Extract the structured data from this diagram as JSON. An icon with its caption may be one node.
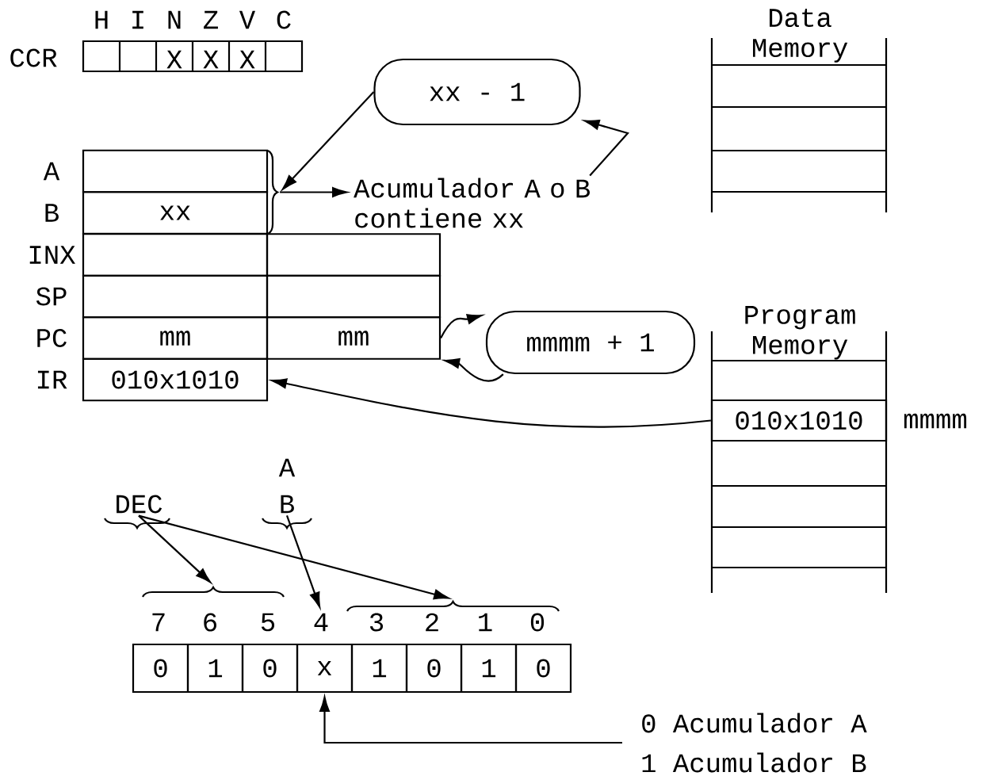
{
  "diagram": {
    "nodes": [
      {
        "text": [],
        "shape": "box",
        "beside": [
          "A"
        ]
      },
      {
        "text": [
          "xx"
        ],
        "beside": [
          "B"
        ]
      },
      {
        "text": [],
        "shape": "box",
        "beside": [
          "INX"
        ]
      },
      {
        "text": [],
        "shape": "box",
        "beside": [
          "SP"
        ]
      },
      {
        "text": [
          "mm"
        ],
        "beside": [
          "PC"
        ]
      },
      {
        "text": [
          "010x1010"
        ],
        "beside": [
          "IR"
        ]
      },
      {
        "text": [],
        "shape": "box"
      },
      {
        "text": [],
        "shape": "box"
      },
      {
        "text": [
          "mm"
        ]
      },
      {
        "text": [],
        "shape": "bracket"
      },
      {
        "text": [
          "xx - 1"
        ]
      },
      {
        "text": [
          "Acumulador A o B contiene xx"
        ]
      },
      {
        "text": [
          "mmmm + 1"
        ]
      },
      {
        "text": [
          "Data Memory"
        ]
      },
      {
        "text": [
          "Program Memory"
        ]
      },
      {
        "text": [
          "010x1010"
        ],
        "in": 14,
        "beside": [
          "mmmm"
        ]
      },
      {
        "text": [
          "DEC"
        ]
      },
      {
        "text": [
          "A",
          "B"
        ]
      },
      {
        "text": [],
        "shape": "bracket"
      },
      {
        "text": [],
        "shape": "bracket"
      },
      {
        "text": [
          "4"
        ]
      },
      {
        "text": [
          "0"
        ]
      },
      {
        "text": [
          "1"
        ]
      },
      {
        "text": [
          "0"
        ]
      },
      {
        "text": [
          "x"
        ]
      },
      {
        "text": [
          "1"
        ]
      },
      {
        "text": [
          "0"
        ]
      },
      {
        "text": [
          "1"
        ]
      },
      {
        "text": [
          "0"
        ]
      },
      {
        "text": [
          "0 Acumulador A",
          "1 Acumulador B"
        ]
      }
    ],
    "edges": [
      {
        "from": 10,
        "to": 9,
        "arrow": "to"
      },
      {
        "from": 9,
        "to": 11,
        "arrow": "to"
      },
      {
        "from": 11,
        "to": 10,
        "arrow": "to"
      },
      {
        "from": 8,
        "to": 12,
        "arrow": "to"
      },
      {
        "from": 12,
        "to": 8,
        "arrow": "to"
      },
      {
        "from": 15,
        "to": 5,
        "arrow": "to"
      },
      {
        "from": 16,
        "to": 18,
        "arrow": "to"
      },
      {
        "from": 16,
        "to": 19,
        "arrow": "to"
      },
      {
        "from": 17,
        "to": 20,
        "arrow": "to"
      },
      {
        "from": 29,
        "to": 24,
        "arrow": "to"
      }
    ],
    "labels": [
      "H",
      "I",
      "N",
      "Z",
      "V",
      "C",
      "CCR",
      "X",
      "X",
      "X",
      "7",
      "6",
      "5",
      "3",
      "2",
      "1",
      "0"
    ]
  }
}
